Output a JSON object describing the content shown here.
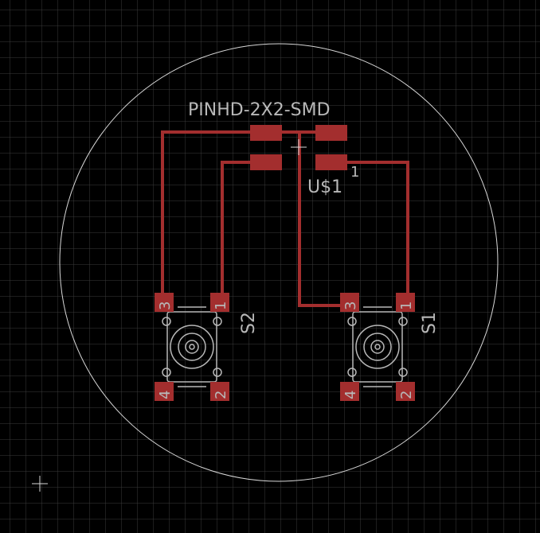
{
  "colors": {
    "background": "#000000",
    "grid": "#3a3a3a",
    "copper": "#a32e2e",
    "silkscreen": "#b8b8b8",
    "outline": "#d8d8d8"
  },
  "header": {
    "part_value": "PINHD-2X2-SMD",
    "part_name": "U$1",
    "pin1_marker": "1"
  },
  "switches": [
    {
      "name": "S2",
      "pin_top_left": "3",
      "pin_top_right": "1",
      "pin_bottom_left": "4",
      "pin_bottom_right": "2"
    },
    {
      "name": "S1",
      "pin_top_left": "3",
      "pin_top_right": "1",
      "pin_bottom_left": "4",
      "pin_bottom_right": "2"
    }
  ]
}
